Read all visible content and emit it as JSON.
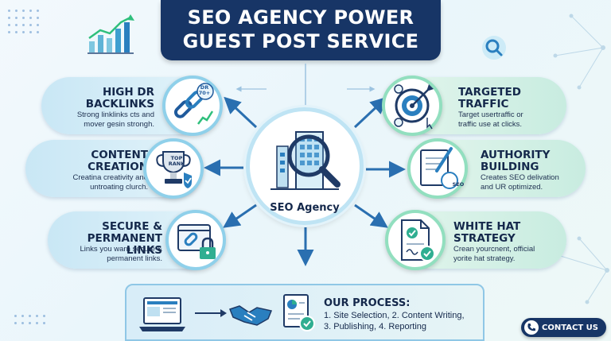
{
  "header": {
    "title_line1": "SEO AGENCY POWER",
    "title_line2": "GUEST POST SERVICE"
  },
  "center": {
    "label": "SEO Agency"
  },
  "left_cards": [
    {
      "title_line1": "HIGH DR",
      "title_line2": "BACKLINKS",
      "desc_line1": "Strong linklinks cts and",
      "desc_line2": "mover gesin strongh.",
      "icon": "chain-link-icon",
      "badge_text": "DR 70+"
    },
    {
      "title_line1": "CONTENT",
      "title_line2": "CREATION",
      "desc_line1": "Creatina creativity and",
      "desc_line2": "untroating clurch.",
      "icon": "trophy-icon",
      "badge_text": "TOP RANK"
    },
    {
      "title_line1": "SECURE &",
      "title_line2": "PERMANENT LINKS",
      "desc_line1": "Links you warn secure &",
      "desc_line2": "permanent links.",
      "icon": "padlock-icon"
    }
  ],
  "right_cards": [
    {
      "title_line1": "TARGETED",
      "title_line2": "TRAFFIC",
      "desc_line1": "Target usertraffic or",
      "desc_line2": "traffic use at clicks.",
      "icon": "target-icon"
    },
    {
      "title_line1": "AUTHORITY",
      "title_line2": "BUILDING",
      "desc_line1": "Creates SEO delivation",
      "desc_line2": "and UR optimized.",
      "icon": "certificate-icon",
      "badge_text": "SEO"
    },
    {
      "title_line1": "WHITE HAT",
      "title_line2": "STRATEGY",
      "desc_line1": "Crean yourcnent, official",
      "desc_line2": "yorite hat strategy.",
      "icon": "contract-icon"
    }
  ],
  "process": {
    "title": "OUR PROCESS:",
    "line1": "1. Site Selection, 2. Content Writing,",
    "line2": "3. Publishing, 4. Reporting",
    "icons": [
      "laptop-icon",
      "handshake-icon",
      "report-icon"
    ]
  },
  "contact": {
    "label": "CONTACT US",
    "icon": "phone-icon"
  },
  "colors": {
    "navy": "#173566",
    "blue": "#2a6fb0",
    "teal": "#2fae91",
    "green": "#3bbf7c"
  }
}
